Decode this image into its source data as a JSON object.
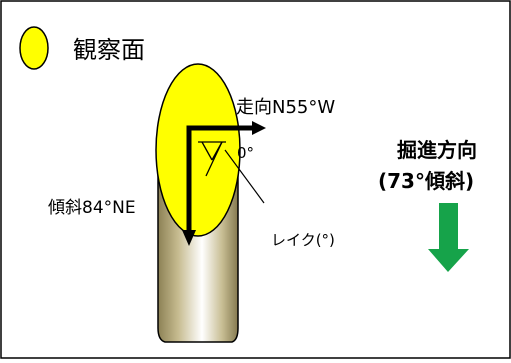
{
  "legend": {
    "label": "観察面",
    "swatch_color": "#ffff00"
  },
  "labels": {
    "strike": "走向N55°W",
    "dip": "傾斜84°NE",
    "rake_angle": "0°",
    "rake": "レイク(°)",
    "advance_title": "掘進方向",
    "advance_dip": "(73°傾斜)"
  },
  "colors": {
    "face": "#ffff00",
    "arrow_green": "#16a34a",
    "border": "#000000"
  }
}
